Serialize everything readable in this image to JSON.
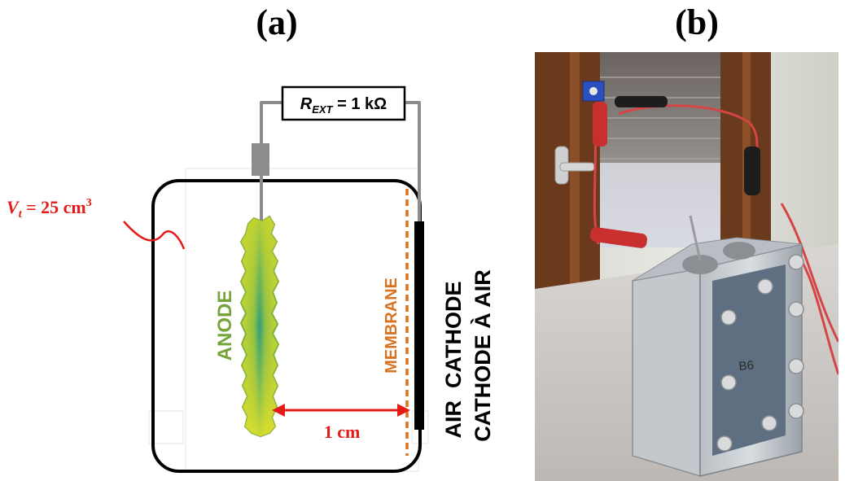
{
  "panel_a": {
    "label": "(a)",
    "resistor_label": {
      "symbol": "R",
      "subscript": "EXT",
      "value": " = 1 kΩ"
    },
    "volume_label": {
      "symbol": "V",
      "subscript": "t",
      "value": " = 25 cm",
      "superscript": "3"
    },
    "anode_label": "ANODE",
    "membrane_label": "MEMBRANE",
    "air_cathode_label": "AIR  CATHODE",
    "cathode_a_air_label": "CATHODE À AIR",
    "distance_label": "1 cm",
    "colors": {
      "wire": "#8c8c8c",
      "anode_fill": "#c5d63a",
      "anode_core": "#2e9f7a",
      "membrane": "#d9731f",
      "annotation_red": "#e41b17",
      "anode_text": "#76a33a"
    }
  },
  "panel_b": {
    "label": "(b)",
    "photo_marking": "B6"
  }
}
